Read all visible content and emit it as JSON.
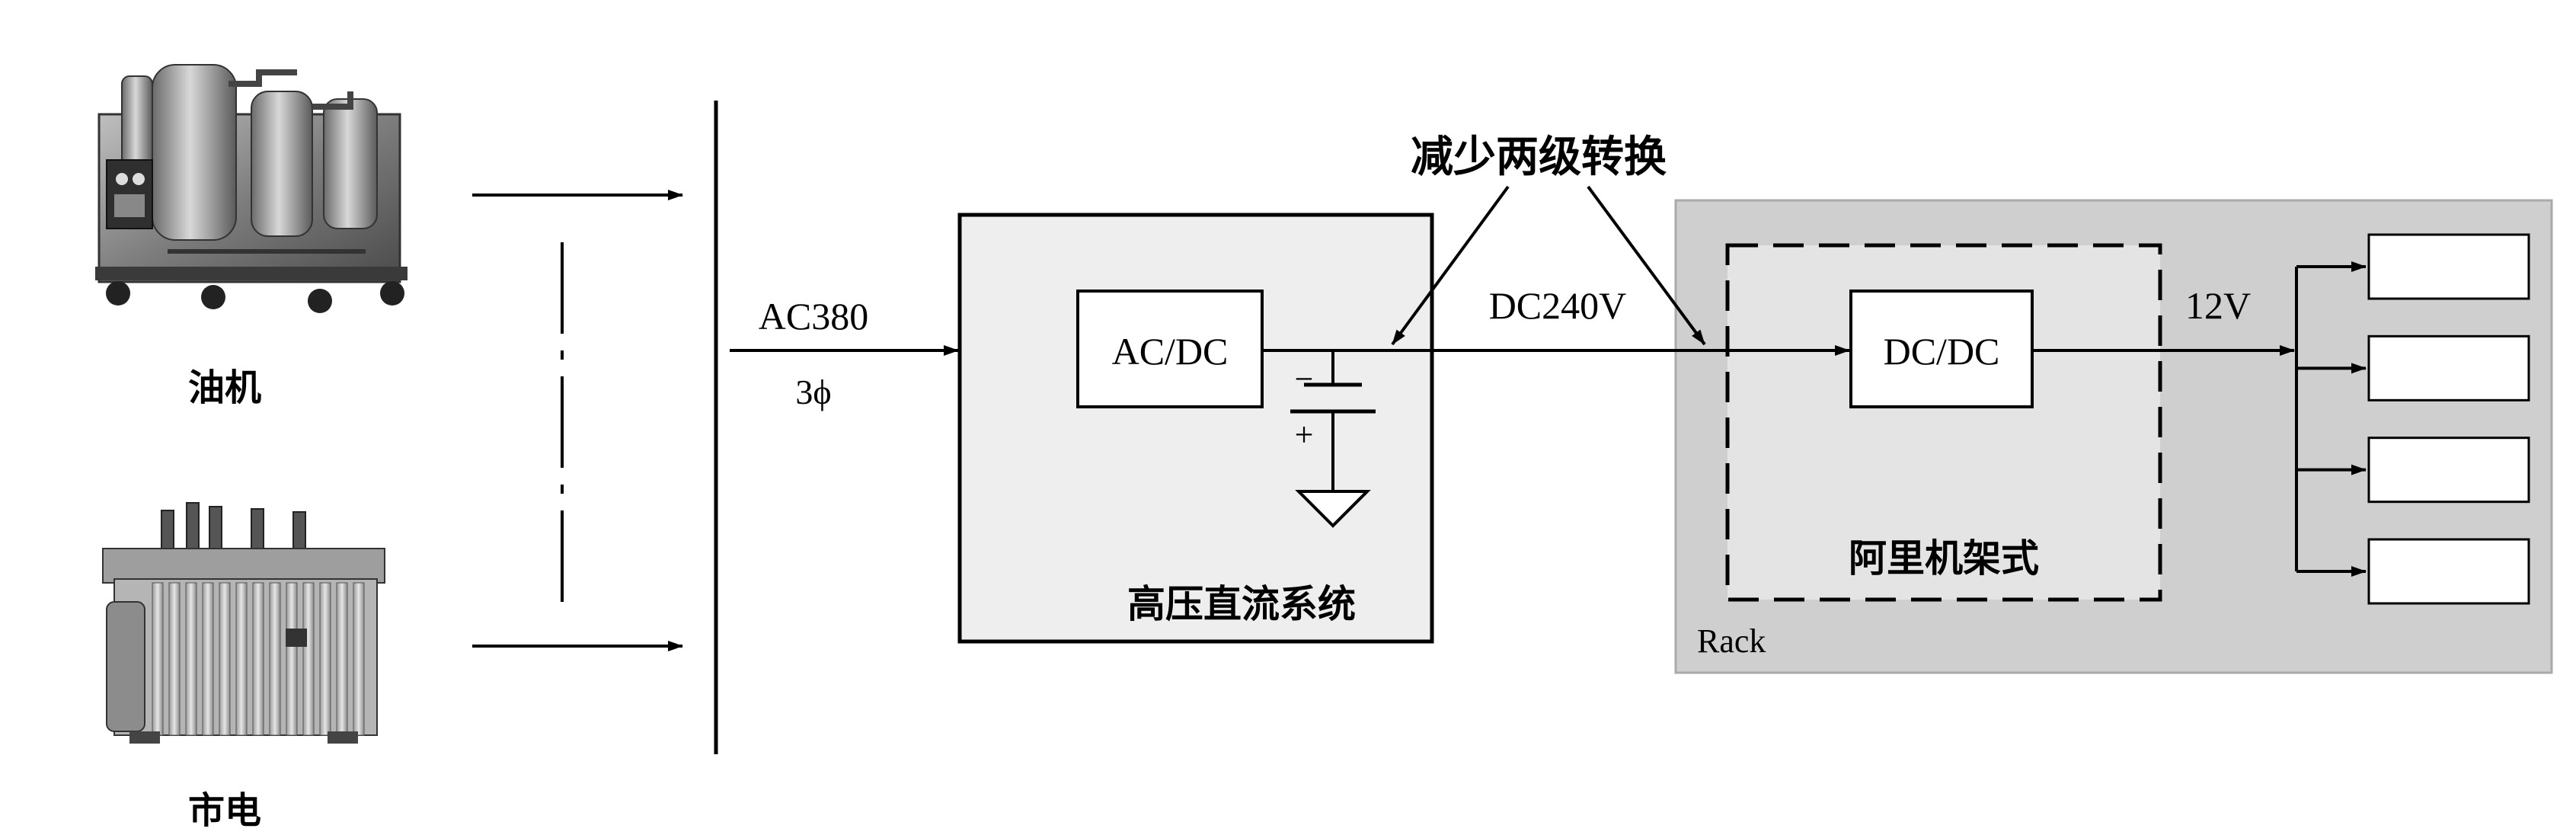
{
  "sources": {
    "generator_label": "油机",
    "grid_label": "市电"
  },
  "input": {
    "voltage_label": "AC380",
    "phase_label": "3ϕ"
  },
  "hvdc_box": {
    "converter_label": "AC/DC",
    "battery_minus": "−",
    "battery_plus": "+",
    "title": "高压直流系统"
  },
  "bus": {
    "voltage_label": "DC240V"
  },
  "annotation": {
    "text": "减少两级转换"
  },
  "rack": {
    "label": "Rack",
    "inner_label": "阿里机架式",
    "converter_label": "DC/DC",
    "output_label": "12V",
    "load_count": 4
  },
  "colors": {
    "box_fill": "#eeeeee",
    "rack_fill": "#cfcfcf",
    "inner_fill": "#e4e4e4",
    "stroke": "#000000"
  }
}
